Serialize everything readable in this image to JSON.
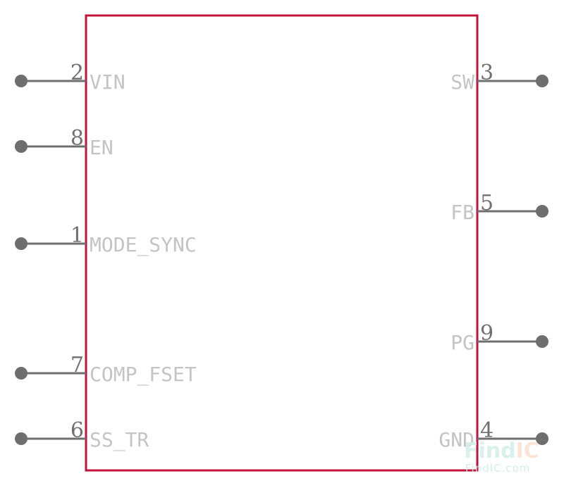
{
  "component": {
    "left_pins": [
      {
        "number": "2",
        "name": "VIN"
      },
      {
        "number": "8",
        "name": "EN"
      },
      {
        "number": "1",
        "name": "MODE_SYNC"
      },
      {
        "number": "7",
        "name": "COMP_FSET"
      },
      {
        "number": "6",
        "name": "SS_TR"
      }
    ],
    "right_pins": [
      {
        "number": "3",
        "name": "SW"
      },
      {
        "number": "5",
        "name": "FB"
      },
      {
        "number": "9",
        "name": "PG"
      },
      {
        "number": "4",
        "name": "GND"
      }
    ]
  },
  "watermark": {
    "logo_part1": "Find",
    "logo_part2": "IC",
    "site": "FindIC.com"
  },
  "colors": {
    "body_outline": "#c0143c",
    "pin": "#6e6e6e",
    "pin_label": "#c4c4c4",
    "watermark_teal": "#d5f0ea",
    "watermark_orange": "#fbe3d3"
  }
}
